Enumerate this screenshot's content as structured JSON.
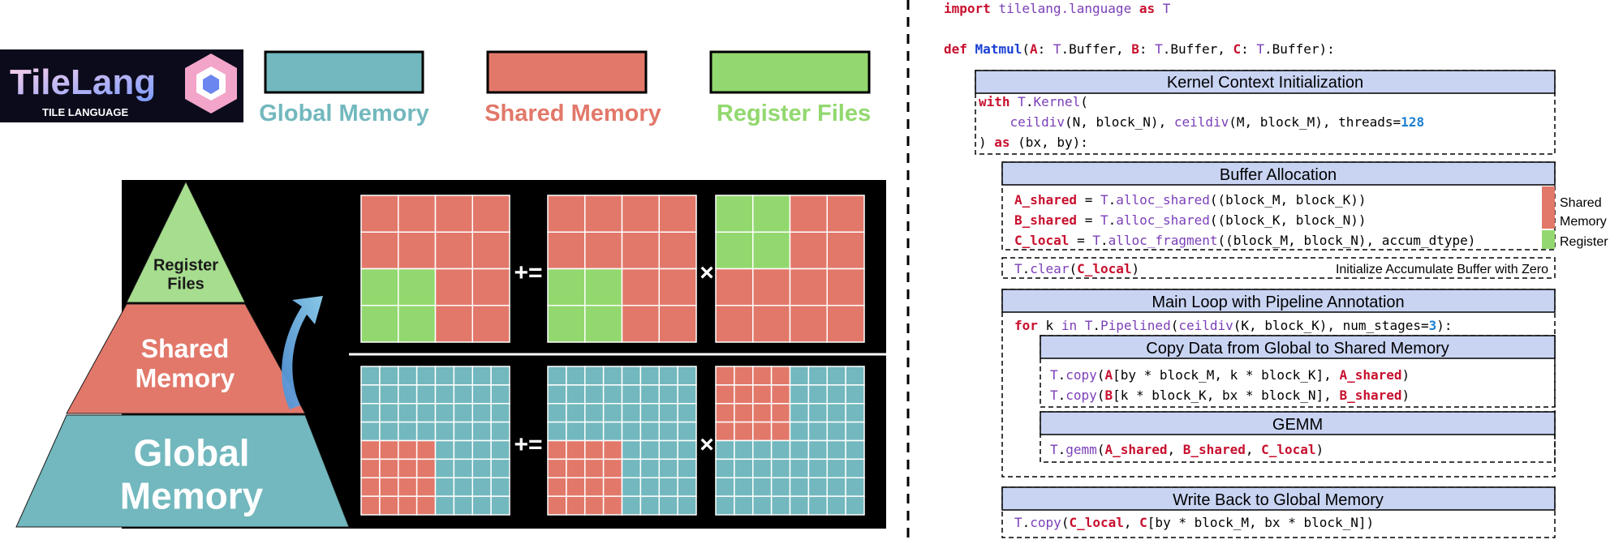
{
  "logo": {
    "name": "TileLang",
    "tagline": "TILE LANGUAGE"
  },
  "legend": [
    {
      "label": "Global Memory",
      "color": "#72b8be"
    },
    {
      "label": "Shared Memory",
      "color": "#e2786a"
    },
    {
      "label": "Register Files",
      "color": "#92d86f"
    }
  ],
  "pyramid": {
    "top": "Register Files",
    "middle": "Shared Memory",
    "bottom": "Global Memory"
  },
  "ops": {
    "accumulate": "+=",
    "multiply": "×"
  },
  "code": {
    "import_line": "import tilelang.language as T",
    "def_line": "def Matmul(A: T.Buffer, B: T.Buffer, C: T.Buffer):",
    "kernel": {
      "title": "Kernel Context Initialization",
      "lines": [
        "with T.Kernel(",
        "    ceildiv(N, block_N), ceildiv(M, block_M), threads=128",
        ") as (bx, by):"
      ]
    },
    "alloc": {
      "title": "Buffer Allocation",
      "lines": [
        "A_shared = T.alloc_shared((block_M, block_K))",
        "B_shared = T.alloc_shared((block_K, block_N))",
        "C_local  = T.alloc_fragment((block_M, block_N), accum_dtype)"
      ],
      "side_labels": [
        "Shared",
        "Memory",
        "Register"
      ]
    },
    "clear": {
      "line": "T.clear(C_local)",
      "comment": "Initialize Accumulate Buffer with Zero"
    },
    "loop": {
      "title": "Main Loop with Pipeline Annotation",
      "line": "for k in T.Pipelined(ceildiv(K, block_K), num_stages=3):"
    },
    "copy": {
      "title": "Copy Data from Global to Shared Memory",
      "lines": [
        "T.copy(A[by * block_M, k * block_K], A_shared)",
        "T.copy(B[k * block_K, bx * block_N], B_shared)"
      ]
    },
    "gemm": {
      "title": "GEMM",
      "line": "T.gemm(A_shared, B_shared, C_local)"
    },
    "writeback": {
      "title": "Write Back to Global Memory",
      "line": "T.copy(C_local, C[by * block_M, bx * block_N])"
    }
  },
  "colors": {
    "global": "#72b8be",
    "shared": "#e2786a",
    "register": "#92d86f",
    "header_fill": "#c9d4f3",
    "keyword": "#c8102e",
    "builtin": "#7b3fb8",
    "number": "#1d7fd0",
    "funcname": "#1a3fd6"
  }
}
